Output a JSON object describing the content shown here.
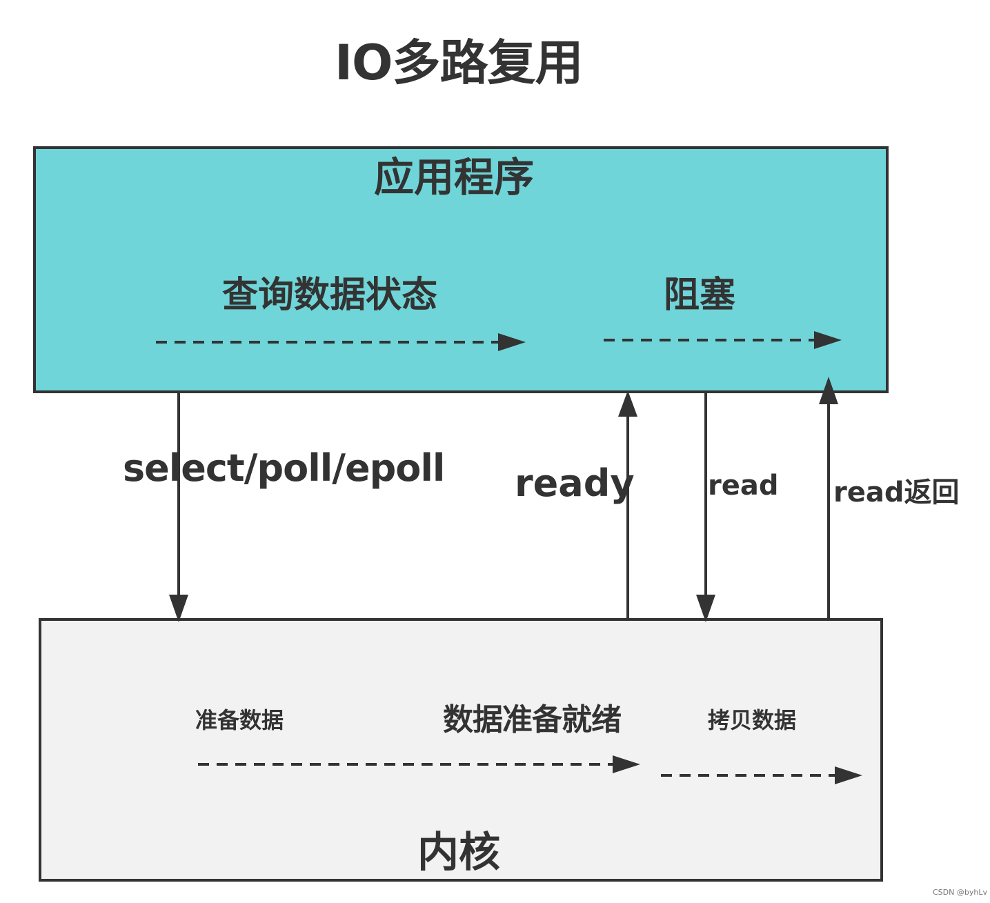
{
  "title": "IO多路复用",
  "app_box": {
    "label": "应用程序",
    "fill": "#6fd5d8",
    "step1": "查询数据状态",
    "step2": "阻塞"
  },
  "kernel_box": {
    "label": "内核",
    "fill": "#f2f2f2",
    "step1": "准备数据",
    "step2": "数据准备就绪",
    "step3": "拷贝数据"
  },
  "calls": {
    "select": "select/poll/epoll",
    "ready": "ready",
    "read": "read",
    "read_return": "read返回"
  },
  "watermark": "CSDN @byhLv",
  "colors": {
    "line": "#333333"
  }
}
